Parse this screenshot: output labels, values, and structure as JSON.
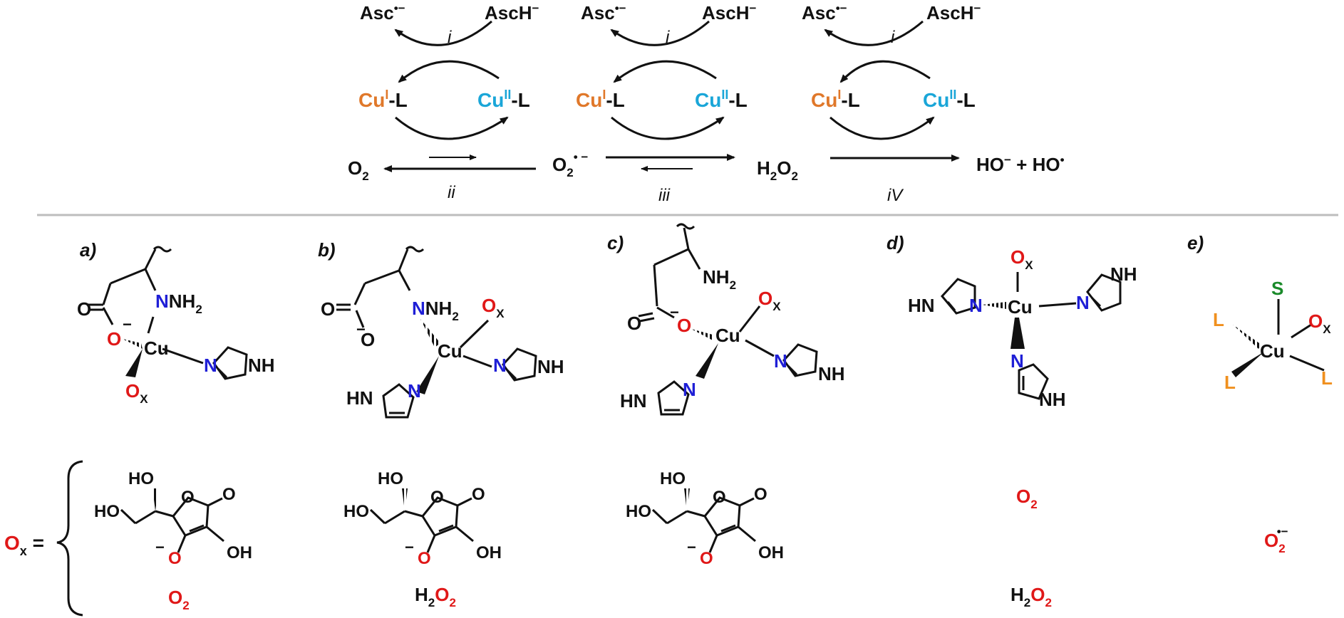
{
  "colors": {
    "black": "#111111",
    "cu1": "#e0782a",
    "cu2": "#1aa6d8",
    "nitrogen": "#1f1fd6",
    "oxygen": "#e01818",
    "ligand": "#f0901e",
    "sulfur": "#1a8a2a",
    "divider": "#bdbdbd"
  },
  "cycle": {
    "asc_radical": "Asc",
    "asc_radical_sup": "•−",
    "asch": "AscH",
    "asch_sup": "−",
    "step_i": "i",
    "cu1_label": "Cu",
    "cu1_sup": "I",
    "cu2_label": "Cu",
    "cu2_sup": "II",
    "ligand_suffix": "-L",
    "o2": "O",
    "o2_sub": "2",
    "superoxide": "O",
    "superoxide_sub": "2",
    "superoxide_sup": "• −",
    "h2o2_h": "H",
    "h2o2_sub1": "2",
    "h2o2_o": "O",
    "h2o2_sub2": "2",
    "step_ii": "ii",
    "step_iii": "iii",
    "step_iv": "iV",
    "products": "HO",
    "products_sup1": "−",
    "products_plus": " + HO",
    "products_sup2": "•"
  },
  "panels": {
    "a": "a)",
    "b": "b)",
    "c": "c)",
    "d": "d)",
    "e": "e)"
  },
  "atoms": {
    "nh2": "NH",
    "nh2_sub": "2",
    "cu": "Cu",
    "o": "O",
    "o_minus": "−",
    "ox": "O",
    "ox_sub": "X",
    "n": "N",
    "nh": "NH",
    "hn": "HN",
    "s": "S",
    "l": "L"
  },
  "ox_legend": {
    "lhs": "O",
    "lhs_sub": "x",
    "equals": " =",
    "ho": "HO",
    "oh": "OH",
    "o": "O",
    "minus": "−",
    "o2": "O",
    "o2_sub": "2",
    "h2o2_h": "H",
    "h2o2_sub1": "2",
    "h2o2_o": "O",
    "h2o2_sub2": "2",
    "superoxide": "O",
    "superoxide_sub": "2",
    "superoxide_sup": "•−"
  }
}
